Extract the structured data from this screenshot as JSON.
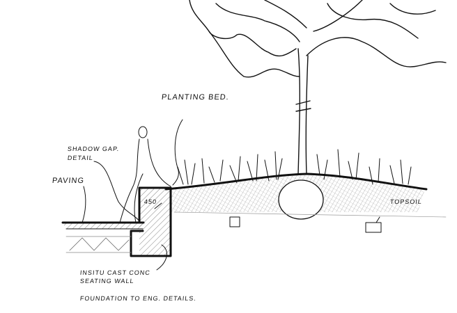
{
  "labels": {
    "planting_bed": "PLANTING BED.",
    "shadow_gap_line1": "SHADOW GAP.",
    "shadow_gap_line2": "DETAIL",
    "paving": "PAVING",
    "wall_height": "450",
    "topsoil": "TOPSOIL",
    "wall_line1": "INSITU CAST CONC",
    "wall_line2": "SEATING WALL",
    "foundation": "FOUNDATION TO ENG. DETAILS."
  },
  "colors": {
    "ink": "#111111",
    "paper": "#ffffff"
  }
}
